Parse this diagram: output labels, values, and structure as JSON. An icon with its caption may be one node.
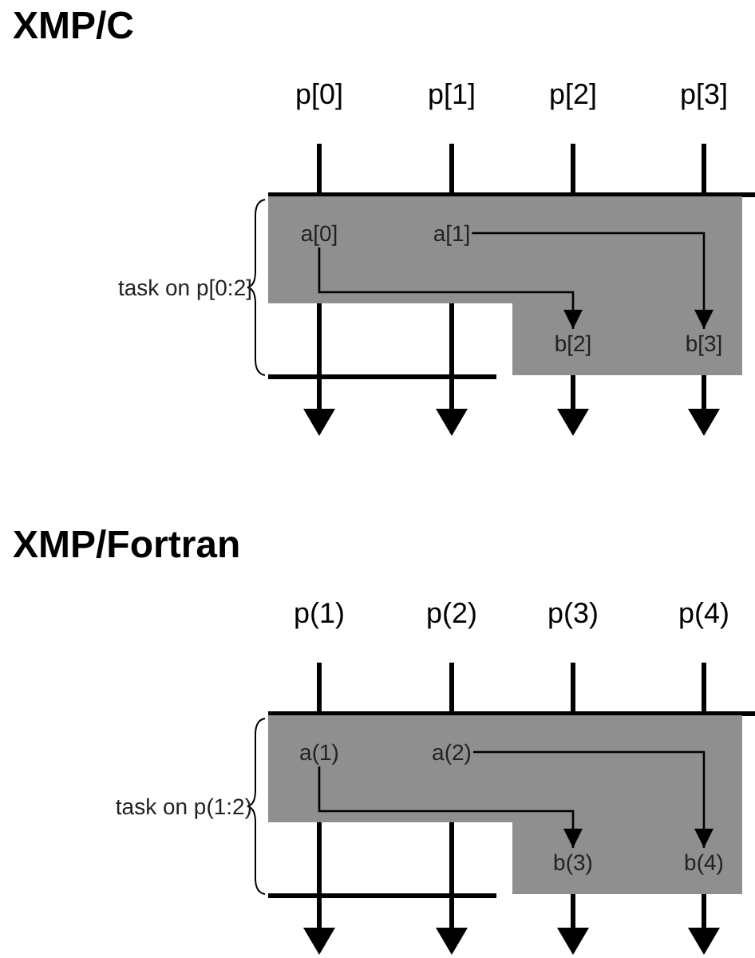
{
  "diagram": {
    "nodes": [
      {
        "text": [],
        "shape": "box",
        "beside": [
          "task on p[0:2]"
        ]
      },
      {
        "text": [
          "a[0]"
        ],
        "in": 0
      },
      {
        "text": [
          "a[1]"
        ],
        "in": 0
      },
      {
        "text": [
          "b[2]"
        ],
        "in": 0
      },
      {
        "text": [
          "b[3]"
        ],
        "in": 0
      },
      {
        "text": [],
        "shape": "box",
        "beside": [
          "task on p(1:2)"
        ]
      },
      {
        "text": [
          "a(1)"
        ],
        "in": 5
      },
      {
        "text": [
          "a(2)"
        ],
        "in": 5
      },
      {
        "text": [
          "b(3)"
        ],
        "in": 5
      },
      {
        "text": [
          "b(4)"
        ],
        "in": 5
      }
    ],
    "edges": [
      {
        "from": 1,
        "to": 3,
        "arrow": "to"
      },
      {
        "from": 2,
        "to": 4,
        "arrow": "to"
      },
      {
        "from": 6,
        "to": 8,
        "arrow": "to"
      },
      {
        "from": 7,
        "to": 9,
        "arrow": "to"
      }
    ],
    "labels": [
      "XMP/C",
      "p[0]",
      "p[1]",
      "p[2]",
      "p[3]",
      "XMP/Fortran",
      "p(1)",
      "p(2)",
      "p(3)",
      "p(4)"
    ]
  }
}
